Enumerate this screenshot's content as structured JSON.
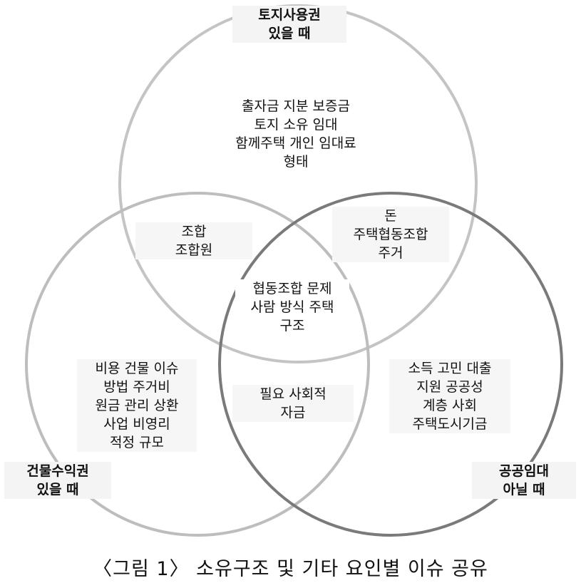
{
  "circles": {
    "top": {
      "title_line1": "토지사용권",
      "title_line2": "있을 때"
    },
    "left": {
      "title_line1": "건물수익권",
      "title_line2": "있을 때"
    },
    "right": {
      "title_line1": "공공임대",
      "title_line2": "아닐 때"
    }
  },
  "regions": {
    "top_only": [
      "출자금 지분 보증금",
      "토지 소유 임대",
      "함께주택 개인 임대료",
      "형태"
    ],
    "top_left": [
      "조합",
      "조합원"
    ],
    "top_right": [
      "돈",
      "주택협동조합",
      "주거"
    ],
    "center": [
      "협동조합 문제",
      "사람 방식 주택",
      "구조"
    ],
    "left_only": [
      "비용 건물 이슈",
      "방법 주거비",
      "원금 관리 상환",
      "사업 비영리",
      "적정 규모"
    ],
    "left_right": [
      "필요 사회적",
      "자금"
    ],
    "right_only": [
      "소득 고민 대출",
      "지원 공공성",
      "계층 사회",
      "주택도시기금"
    ]
  },
  "caption": "〈그림 1〉 소유구조 및 기타 요인별 이슈 공유",
  "colors": {
    "top_circle": "#c4c4c4",
    "left_circle": "#bdbdbd",
    "right_circle": "#7a7a7a"
  }
}
